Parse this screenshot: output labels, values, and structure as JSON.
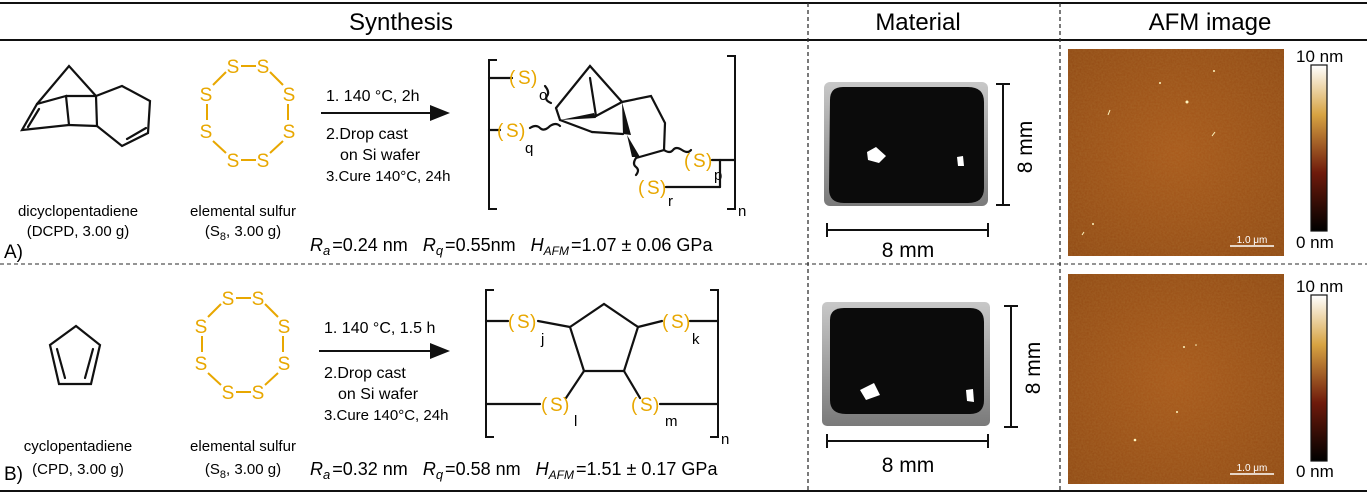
{
  "header": {
    "synthesis": "Synthesis",
    "material": "Material",
    "afm": "AFM image"
  },
  "rows": [
    {
      "label": "A)",
      "monomer_name": "dicyclopentadiene",
      "monomer_amount": "(DCPD, 3.00 g)",
      "sulfur_name": "elemental sulfur",
      "sulfur_amount_pre": "(S",
      "sulfur_sub": "8",
      "sulfur_amount_post": ", 3.00 g)",
      "steps": [
        "1. 140 °C, 2h",
        "2.Drop cast",
        "on Si wafer",
        "3.Cure 140°C, 24h"
      ],
      "subscripts": [
        "o",
        "q",
        "p",
        "r",
        "n"
      ],
      "ra": "0.24 nm",
      "rq": "0.55nm",
      "hafm": "1.07 ± 0.06 GPa",
      "scale_vertical": "8 mm",
      "scale_horizontal": "8 mm",
      "afm_scale_max": "10 nm",
      "afm_scale_min": "0 nm",
      "afm_scalebar": "1.0 μm"
    },
    {
      "label": "B)",
      "monomer_name": "cyclopentadiene",
      "monomer_amount": "(CPD, 3.00 g)",
      "sulfur_name": "elemental sulfur",
      "sulfur_amount_pre": "(S",
      "sulfur_sub": "8",
      "sulfur_amount_post": ", 3.00 g)",
      "steps": [
        "1. 140 °C, 1.5 h",
        "2.Drop cast",
        "on Si wafer",
        "3.Cure 140°C, 24h"
      ],
      "subscripts": [
        "j",
        "k",
        "l",
        "m",
        "n"
      ],
      "ra": "0.32 nm",
      "rq": "0.58 nm",
      "hafm": "1.51 ± 0.17 GPa",
      "scale_vertical": "8 mm",
      "scale_horizontal": "8 mm",
      "afm_scale_max": "10 nm",
      "afm_scale_min": "0 nm",
      "afm_scalebar": "1.0 μm"
    }
  ],
  "atoms": {
    "sulfur": "S"
  },
  "symbols": {
    "ra": "R",
    "ra_sub": "a",
    "rq": "R",
    "rq_sub": "q",
    "h": "H",
    "h_sub": "AFM",
    "eq": "="
  },
  "colors": {
    "sulfur": "#e8a700",
    "afm_base": "#9a4f16",
    "sample": "#0b0b0b"
  }
}
